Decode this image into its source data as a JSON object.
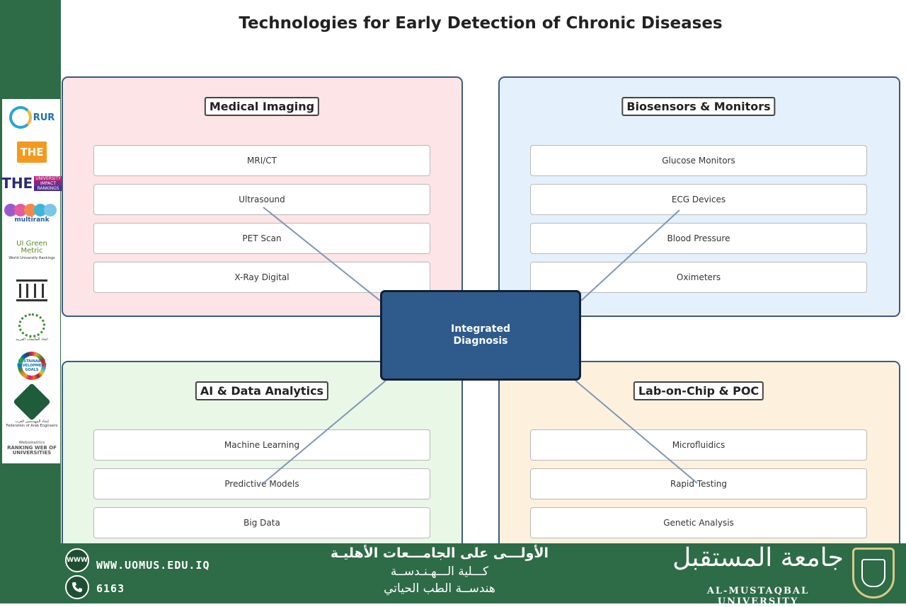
{
  "diagram": {
    "title": "Technologies for Early Detection of Chronic Diseases",
    "center": {
      "line1": "Integrated",
      "line2": "Diagnosis"
    },
    "panels": [
      {
        "title": "Medical Imaging",
        "items": [
          "MRI/CT",
          "Ultrasound",
          "PET Scan",
          "X-Ray Digital"
        ],
        "color": "#fde4e6"
      },
      {
        "title": "Biosensors & Monitors",
        "items": [
          "Glucose Monitors",
          "ECG Devices",
          "Blood Pressure",
          "Oximeters"
        ],
        "color": "#e4f1fc"
      },
      {
        "title": "AI & Data Analytics",
        "items": [
          "Machine Learning",
          "Predictive Models",
          "Big Data"
        ],
        "color": "#e9f7e6"
      },
      {
        "title": "Lab-on-Chip & POC",
        "items": [
          "Microfluidics",
          "Rapid Testing",
          "Genetic Analysis"
        ],
        "color": "#fdf1de"
      }
    ]
  },
  "sidebar": {
    "logos": [
      {
        "icon": "rur-logo-icon",
        "text": "RUR"
      },
      {
        "icon": "the-logo-icon",
        "text": "THE"
      },
      {
        "icon": "the-impact-logo-icon",
        "text": "THE",
        "sub": [
          "UNIVERSITY",
          "IMPACT",
          "RANKINGS"
        ]
      },
      {
        "icon": "multirank-logo-icon",
        "text": "multirank"
      },
      {
        "icon": "greenmetric-logo-icon",
        "text": "UI Green Metric",
        "sub": "World University Rankings"
      },
      {
        "icon": "columns-logo-icon",
        "text": ""
      },
      {
        "icon": "arab-universities-logo-icon",
        "text": "اتحاد الجامعات العربية"
      },
      {
        "icon": "sdg-logo-icon",
        "text": "SUSTAINABLE DEVELOPMENT GOALS"
      },
      {
        "icon": "federation-arab-engineers-logo-icon",
        "text": "إتحاد المهندسين العرب",
        "sub": "Federation of Arab Engineers"
      },
      {
        "icon": "webometrics-logo-icon",
        "text": "RANKING WEB OF UNIVERSITIES",
        "sub": "Webometrics"
      }
    ]
  },
  "footer": {
    "website": "WWW.UOMUS.EDU.IQ",
    "phone": "6163",
    "website_icon": "globe-icon",
    "phone_icon": "phone-icon",
    "arabic_line1": "الأولـــى على الجامـــعات الأهليـة",
    "arabic_line2": "كـــلية الـــهـنـدســة",
    "arabic_line3": "هندســة الطب الحياتي",
    "university_ar": "جامعة المستقبل",
    "university_en": "AL-MUSTAQBAL UNIVERSITY",
    "brand_color": "#2e6b47"
  }
}
